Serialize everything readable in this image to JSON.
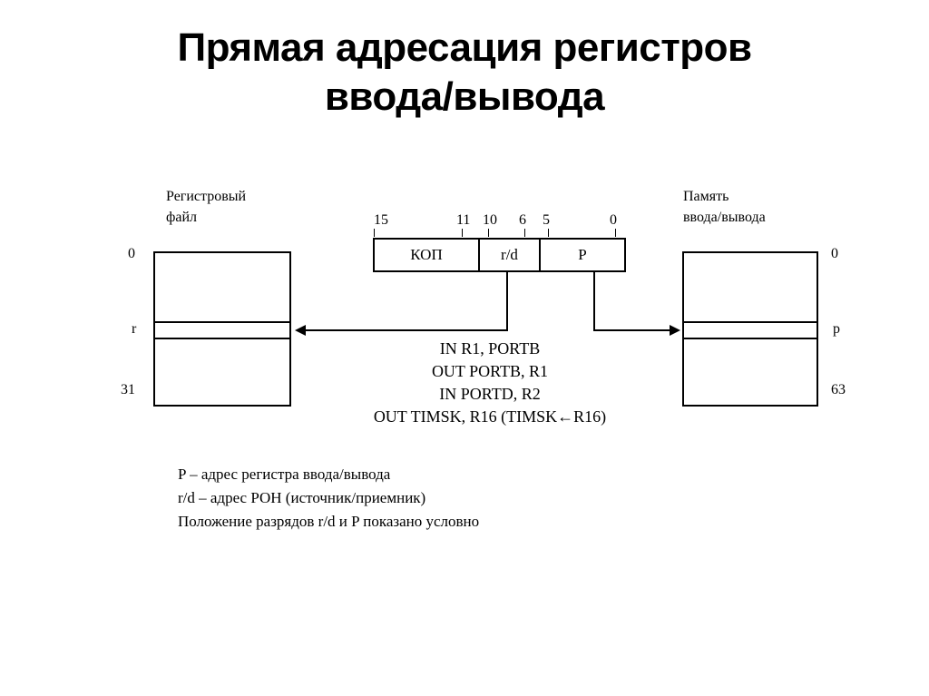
{
  "title": {
    "line1": "Прямая адресация регистров",
    "line2": "ввода/вывода"
  },
  "register_file": {
    "caption_line1": "Регистровый",
    "caption_line2": "файл",
    "top_index": "0",
    "selected_index": "r",
    "bottom_index": "31"
  },
  "io_memory": {
    "caption_line1": "Память",
    "caption_line2": "ввода/вывода",
    "top_index": "0",
    "selected_index": "p",
    "bottom_index": "63"
  },
  "instruction_word": {
    "fields": [
      {
        "name": "КОП",
        "high_bit": "15",
        "low_bit": "11"
      },
      {
        "name": "r/d",
        "high_bit": "10",
        "low_bit": "6"
      },
      {
        "name": "P",
        "high_bit": "5",
        "low_bit": "0"
      }
    ],
    "bit_labels": [
      "15",
      "11",
      "10",
      "6",
      "5",
      "0"
    ]
  },
  "examples": {
    "line1": "IN R1, PORTB",
    "line2": "OUT PORTB, R1",
    "line3": "IN PORTD, R2",
    "line4": "OUT TIMSK, R16 (TIMSK←R16)"
  },
  "legend": {
    "line1": "P – адрес регистра ввода/вывода",
    "line2": "r/d – адрес РОН (источник/приемник)",
    "line3": "Положение разрядов r/d и P показано условно"
  },
  "colors": {
    "ink": "#000000",
    "background": "#ffffff"
  }
}
